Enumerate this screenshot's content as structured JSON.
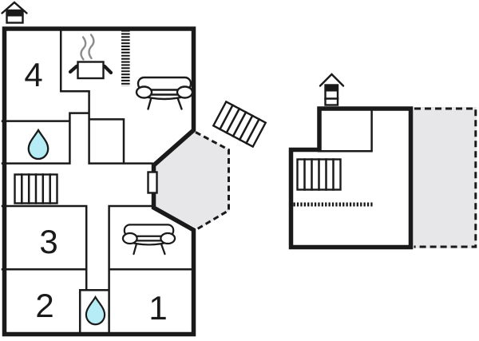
{
  "colors": {
    "wall": "#1a1a1a",
    "water": "#b5ecf5",
    "area": "#e7e7ea",
    "steam": "#8c8c8c",
    "bg": "#ffffff"
  },
  "ground_floor": {
    "room_labels": {
      "room1": "1",
      "room2": "2",
      "room3": "3",
      "room4": "4"
    },
    "features": [
      "entrance-house-icon",
      "kitchen-pot-icon",
      "steam-icon",
      "kitchen-divider-dashed-line",
      "sofa-icon-living-room",
      "water-drop-icon-bathroom",
      "stairs-icon-hall",
      "sofa-icon-small-room",
      "water-drop-icon-hall-bathroom",
      "balcony-gray-area",
      "balcony-door",
      "exterior-stairs-icon"
    ]
  },
  "upper_floor": {
    "features": [
      "entrance-house-icon",
      "stairs-icon",
      "dotted-line",
      "terrace-gray-area"
    ]
  },
  "icons": {
    "entrance-house-icon": "house-marker-shape",
    "kitchen-pot-icon": "pot-with-handles",
    "steam-icon": "two-wavy-lines",
    "sofa-icon": "sofa-top-view",
    "water-drop-icon": "teardrop",
    "stairs-icon": "striped-rectangle",
    "exterior-stairs-icon": "rotated-striped-rectangle"
  }
}
